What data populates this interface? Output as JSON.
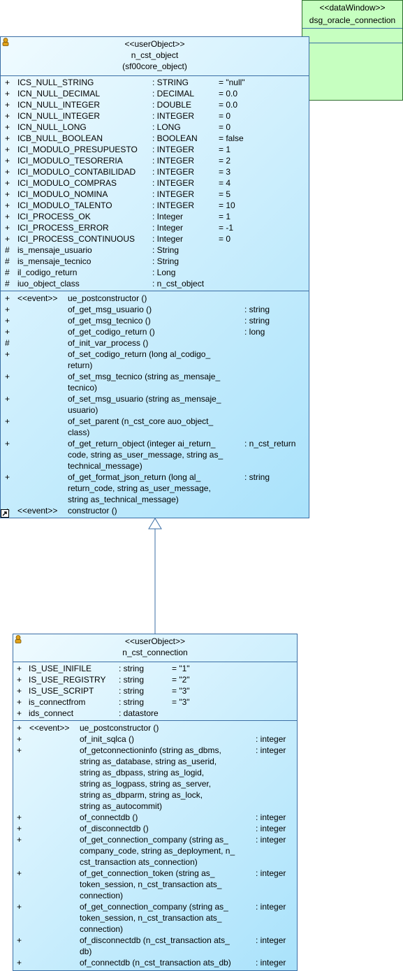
{
  "datawindow": {
    "stereotype": "<<dataWindow>>",
    "name": "dsg_oracle_connection"
  },
  "parent": {
    "stereotype": "<<userObject>>",
    "name": "n_cst_object",
    "ancestor": "(sf00core_object)",
    "attributes": [
      {
        "vis": "+",
        "name": "ICS_NULL_STRING",
        "type": ": STRING",
        "value": "= \"null\""
      },
      {
        "vis": "+",
        "name": "ICN_NULL_DECIMAL",
        "type": ": DECIMAL",
        "value": "= 0.0"
      },
      {
        "vis": "+",
        "name": "ICN_NULL_INTEGER",
        "type": ": DOUBLE",
        "value": "= 0.0"
      },
      {
        "vis": "+",
        "name": "ICN_NULL_INTEGER",
        "type": ": INTEGER",
        "value": "= 0"
      },
      {
        "vis": "+",
        "name": "ICN_NULL_LONG",
        "type": ": LONG",
        "value": "= 0"
      },
      {
        "vis": "+",
        "name": "ICB_NULL_BOOLEAN",
        "type": ": BOOLEAN",
        "value": "= false"
      },
      {
        "vis": "+",
        "name": "ICI_MODULO_PRESUPUESTO",
        "type": ": INTEGER",
        "value": "= 1"
      },
      {
        "vis": "+",
        "name": "ICI_MODULO_TESORERIA",
        "type": ": INTEGER",
        "value": "= 2"
      },
      {
        "vis": "+",
        "name": "ICI_MODULO_CONTABILIDAD",
        "type": ": INTEGER",
        "value": "= 3"
      },
      {
        "vis": "+",
        "name": "ICI_MODULO_COMPRAS",
        "type": ": INTEGER",
        "value": "= 4"
      },
      {
        "vis": "+",
        "name": "ICI_MODULO_NOMINA",
        "type": ": INTEGER",
        "value": "= 5"
      },
      {
        "vis": "+",
        "name": "ICI_MODULO_TALENTO",
        "type": ": INTEGER",
        "value": "= 10"
      },
      {
        "vis": "+",
        "name": "ICI_PROCESS_OK",
        "type": ": Integer",
        "value": "= 1"
      },
      {
        "vis": "+",
        "name": "ICI_PROCESS_ERROR",
        "type": ": Integer",
        "value": "= -1"
      },
      {
        "vis": "+",
        "name": "ICI_PROCESS_CONTINUOUS",
        "type": ": Integer",
        "value": "= 0"
      },
      {
        "vis": "#",
        "name": "is_mensaje_usuario",
        "type": ": String",
        "value": ""
      },
      {
        "vis": "#",
        "name": "is_mensaje_tecnico",
        "type": ": String",
        "value": ""
      },
      {
        "vis": "#",
        "name": "il_codigo_return",
        "type": ": Long",
        "value": ""
      },
      {
        "vis": "#",
        "name": "iuo_object_class",
        "type": ": n_cst_object",
        "value": ""
      }
    ],
    "methods": [
      {
        "vis": "+",
        "tag": "<<event>>",
        "lines": [
          "ue_postconstructor ()"
        ],
        "ret": ""
      },
      {
        "vis": "+",
        "tag": "",
        "lines": [
          "of_get_msg_usuario ()"
        ],
        "ret": ": string"
      },
      {
        "vis": "+",
        "tag": "",
        "lines": [
          "of_get_msg_tecnico ()"
        ],
        "ret": ": string"
      },
      {
        "vis": "+",
        "tag": "",
        "lines": [
          "of_get_codigo_return ()"
        ],
        "ret": ": long"
      },
      {
        "vis": "#",
        "tag": "",
        "lines": [
          "of_init_var_process ()"
        ],
        "ret": ""
      },
      {
        "vis": "+",
        "tag": "",
        "lines": [
          "of_set_codigo_return (long al_codigo_",
          "return)"
        ],
        "ret": ""
      },
      {
        "vis": "+",
        "tag": "",
        "lines": [
          "of_set_msg_tecnico (string as_mensaje_",
          "tecnico)"
        ],
        "ret": ""
      },
      {
        "vis": "+",
        "tag": "",
        "lines": [
          "of_set_msg_usuario (string as_mensaje_",
          "usuario)"
        ],
        "ret": ""
      },
      {
        "vis": "+",
        "tag": "",
        "lines": [
          "of_set_parent (n_cst_core auo_object_",
          "class)"
        ],
        "ret": ""
      },
      {
        "vis": "+",
        "tag": "",
        "lines": [
          "of_get_return_object (integer ai_return_",
          "code, string as_user_message, string as_",
          "technical_message)"
        ],
        "ret": ": n_cst_return"
      },
      {
        "vis": "+",
        "tag": "",
        "lines": [
          "of_get_format_json_return (long al_",
          "return_code, string as_user_message,",
          " string as_technical_message)"
        ],
        "ret": ": string"
      },
      {
        "vis": "+",
        "tag": "<<event>>",
        "lines": [
          "constructor ()"
        ],
        "ret": ""
      }
    ]
  },
  "child": {
    "stereotype": "<<userObject>>",
    "name": "n_cst_connection",
    "attributes": [
      {
        "vis": "+",
        "name": "IS_USE_INIFILE",
        "type": ": string",
        "value": "= \"1\""
      },
      {
        "vis": "+",
        "name": "IS_USE_REGISTRY",
        "type": ": string",
        "value": "= \"2\""
      },
      {
        "vis": "+",
        "name": "IS_USE_SCRIPT",
        "type": ": string",
        "value": "= \"3\""
      },
      {
        "vis": "+",
        "name": "is_connectfrom",
        "type": ": string",
        "value": "= \"3\""
      },
      {
        "vis": "+",
        "name": "ids_connect",
        "type": ": datastore",
        "value": ""
      }
    ],
    "methods": [
      {
        "vis": "+",
        "tag": "<<event>>",
        "lines": [
          "ue_postconstructor ()"
        ],
        "ret": ""
      },
      {
        "vis": "+",
        "tag": "",
        "lines": [
          "of_init_sqlca ()"
        ],
        "ret": ": integer"
      },
      {
        "vis": "+",
        "tag": "",
        "lines": [
          "of_getconnectioninfo (string as_dbms,",
          " string as_database, string as_userid,",
          " string as_dbpass, string as_logid,",
          " string as_logpass, string as_server,",
          " string as_dbparm, string as_lock,",
          " string as_autocommit)"
        ],
        "ret": ": integer"
      },
      {
        "vis": "+",
        "tag": "",
        "lines": [
          "of_connectdb ()"
        ],
        "ret": ": integer"
      },
      {
        "vis": "+",
        "tag": "",
        "lines": [
          "of_disconnectdb ()"
        ],
        "ret": ": integer"
      },
      {
        "vis": "+",
        "tag": "",
        "lines": [
          "of_get_connection_company (string as_",
          "company_code, string as_deployment, n_",
          "cst_transaction ats_connection)"
        ],
        "ret": ": integer"
      },
      {
        "vis": "+",
        "tag": "",
        "lines": [
          "of_get_connection_token (string as_",
          "token_session, n_cst_transaction ats_",
          "connection)"
        ],
        "ret": ": integer"
      },
      {
        "vis": "+",
        "tag": "",
        "lines": [
          "of_get_connection_company (string as_",
          "token_session, n_cst_transaction ats_",
          "connection)"
        ],
        "ret": ": integer"
      },
      {
        "vis": "+",
        "tag": "",
        "lines": [
          "of_disconnectdb (n_cst_transaction ats_",
          "db)"
        ],
        "ret": ": integer"
      },
      {
        "vis": "+",
        "tag": "",
        "lines": [
          "of_connectdb (n_cst_transaction ats_db)"
        ],
        "ret": ": integer"
      }
    ]
  }
}
